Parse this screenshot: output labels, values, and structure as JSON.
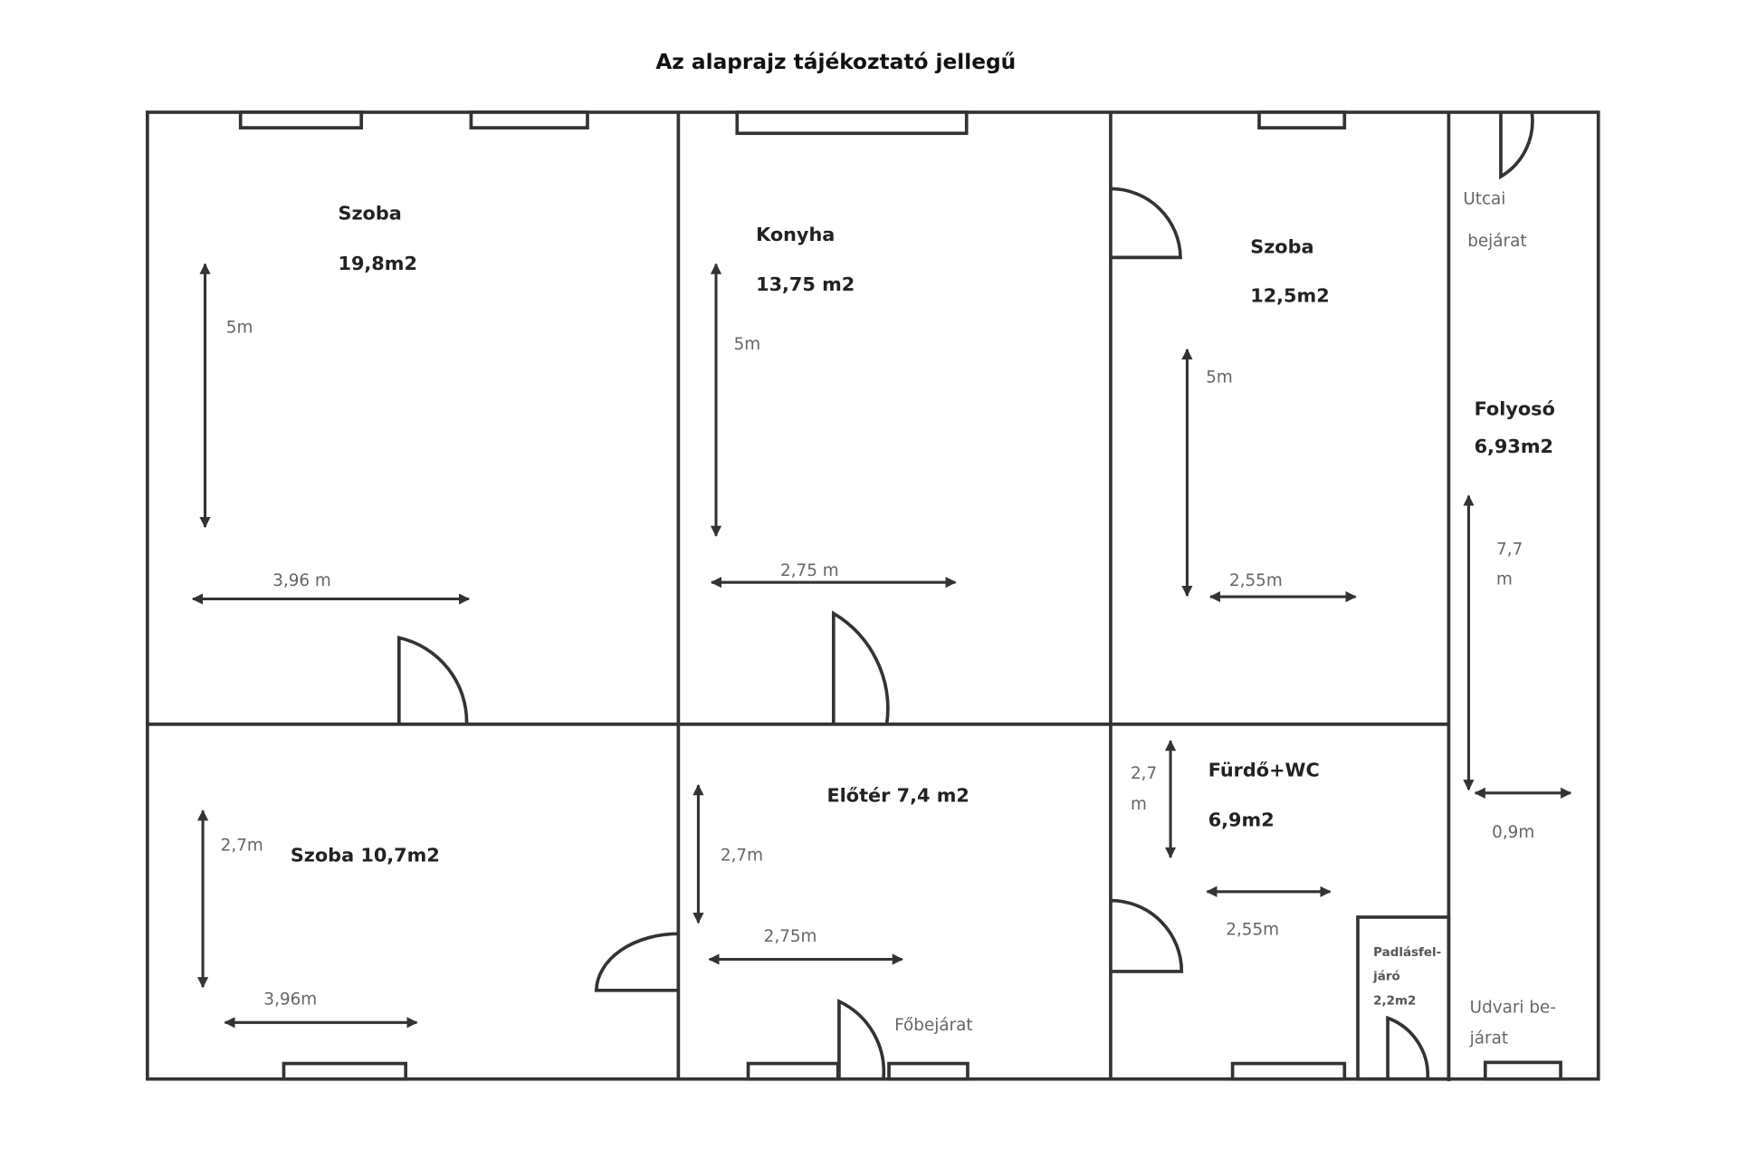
{
  "title": "Az alaprajz tájékoztató jellegű",
  "rooms": {
    "szoba1": {
      "name": "Szoba",
      "area": "19,8m2",
      "h": "5m",
      "w": "3,96 m"
    },
    "konyha": {
      "name": "Konyha",
      "area": "13,75 m2",
      "h": "5m",
      "w": "2,75 m"
    },
    "szoba2": {
      "name": "Szoba",
      "area": "12,5m2",
      "h": "5m",
      "w": "2,55m"
    },
    "folyoso": {
      "name": "Folyosó",
      "area": "6,93m2",
      "h1": "7,7",
      "h2": "m",
      "w": "0,9m"
    },
    "utcai": {
      "l1": "Utcai",
      "l2": "bejárat"
    },
    "szoba3": {
      "label": "Szoba 10,7m2",
      "h": "2,7m",
      "w": "3,96m"
    },
    "eloter": {
      "label": "Előtér 7,4 m2",
      "h": "2,7m",
      "w": "2,75m",
      "entrance": "Főbejárat"
    },
    "furdo": {
      "name": "Fürdő+WC",
      "area": "6,9m2",
      "h1": "2,7",
      "h2": "m",
      "w": "2,55m"
    },
    "padlas": {
      "l1": "Padlásfel-",
      "l2": "járó",
      "l3": "2,2m2"
    },
    "udvari": {
      "l1": "Udvari be-",
      "l2": "járat"
    }
  }
}
